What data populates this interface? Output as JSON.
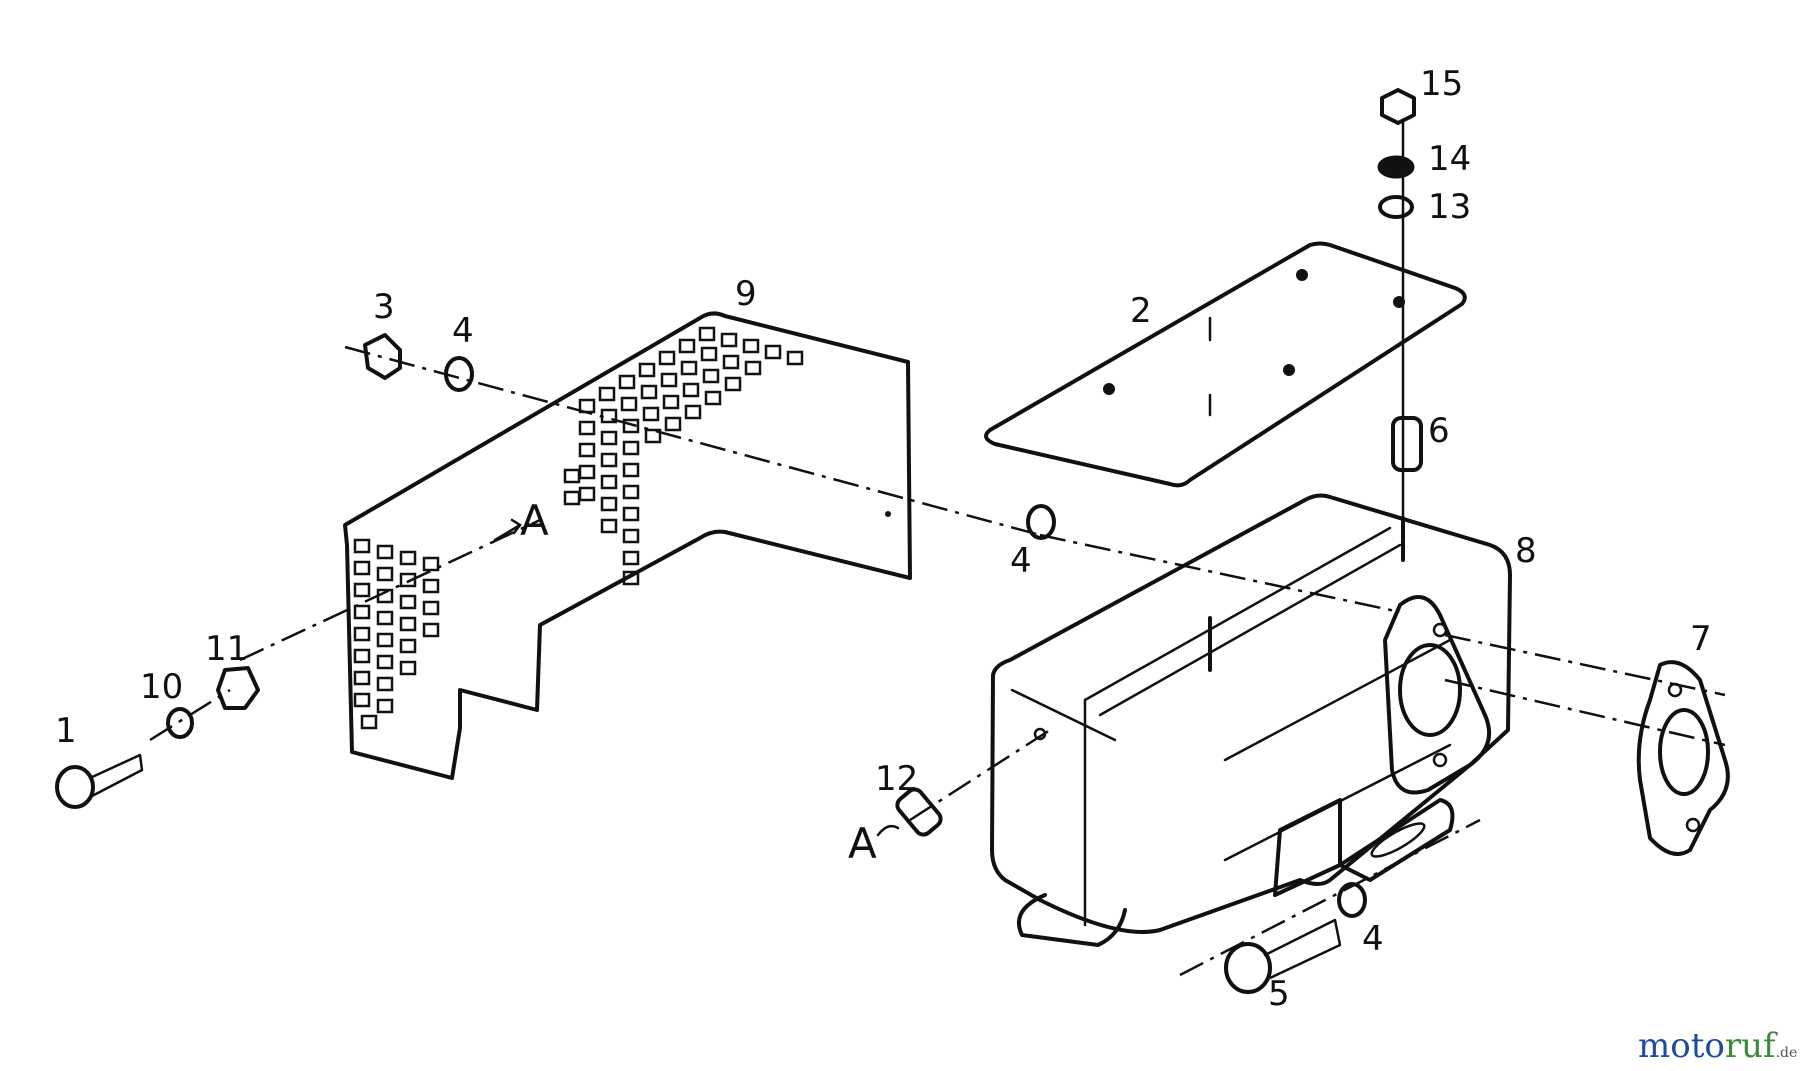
{
  "diagram": {
    "labels": {
      "p1": "1",
      "p2": "2",
      "p3": "3",
      "p4a": "4",
      "p4b": "4",
      "p4c": "4",
      "p5": "5",
      "p6": "6",
      "p7": "7",
      "p8": "8",
      "p9": "9",
      "p10": "10",
      "p11": "11",
      "p12": "12",
      "p13": "13",
      "p14": "14",
      "p15": "15",
      "refA1": "A",
      "refA2": "A"
    }
  },
  "watermark": {
    "name": "motoruf",
    "tld": ".de",
    "colors": {
      "moto": "#1e4b9b",
      "ruf": "#3a8a3a"
    }
  }
}
